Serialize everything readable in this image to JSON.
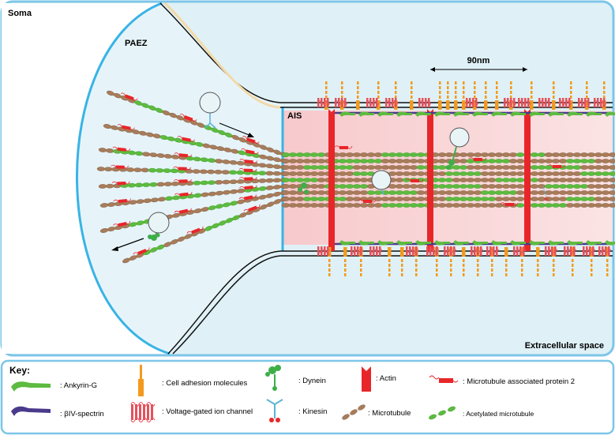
{
  "regions": {
    "soma": "Soma",
    "paez": "PAEZ",
    "ais": "AIS",
    "extracellular": "Extracellular space",
    "spacing": "90nm"
  },
  "key": {
    "title": "Key:",
    "items": [
      {
        "id": "ankyrin",
        "label": ": Ankyrin-G",
        "color": "#5dbb3f"
      },
      {
        "id": "spectrin",
        "label": ": βIV-spectrin",
        "color": "#4a3a8c"
      },
      {
        "id": "cam",
        "label": ": Cell adhesion molecules",
        "color": "#f39a1e"
      },
      {
        "id": "vgic",
        "label": ": Voltage-gated ion channel",
        "color": "#e8505b"
      },
      {
        "id": "dynein",
        "label": ": Dynein",
        "color": "#3fae49"
      },
      {
        "id": "kinesin",
        "label": ": Kinesin",
        "color": "#5ab4d6"
      },
      {
        "id": "actin",
        "label": ": Actin",
        "color": "#e8262a"
      },
      {
        "id": "microtubule",
        "label": ": Microtubule",
        "color": "#a87c5a"
      },
      {
        "id": "map2",
        "label": ": Microtubule associated protein 2",
        "color": "#e8262a"
      },
      {
        "id": "acetylated",
        "label": ": Acetylated microtubule",
        "color": "#5dbb3f"
      }
    ]
  }
}
